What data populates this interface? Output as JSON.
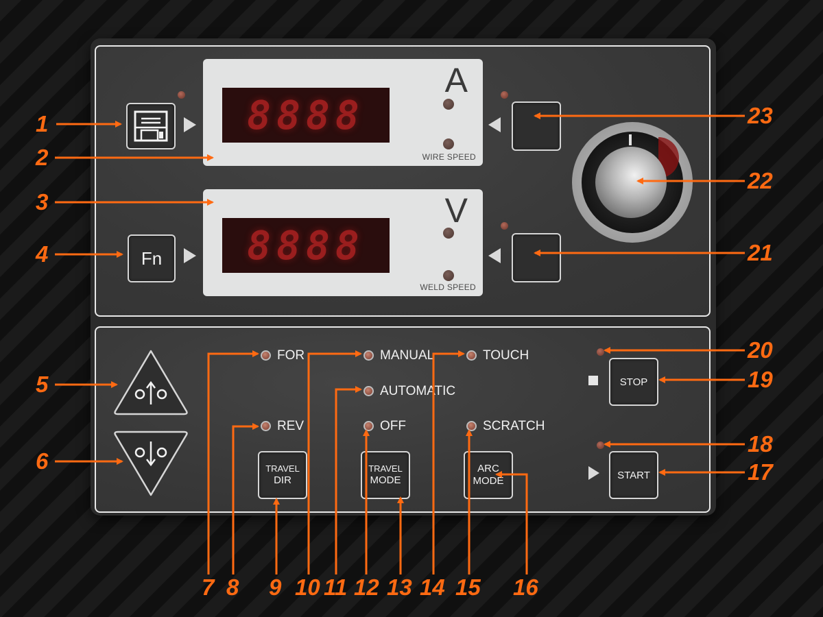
{
  "colors": {
    "accent": "#ff6a12",
    "panel": "#3a3a3a",
    "display_bg": "#e2e3e3",
    "led": "#8a3a2c"
  },
  "display_a": {
    "digits": "8888",
    "unit": "A",
    "bottom_label": "WIRE SPEED"
  },
  "display_v": {
    "digits": "8888",
    "unit": "V",
    "bottom_label": "WELD SPEED"
  },
  "buttons": {
    "fn": "Fn",
    "travel_dir": [
      "TRAVEL",
      "DIR"
    ],
    "travel_mode": [
      "TRAVEL",
      "MODE"
    ],
    "arc_mode": [
      "ARC",
      "MODE"
    ],
    "stop": "STOP",
    "start": "START"
  },
  "indicators": {
    "for": "FOR",
    "rev": "REV",
    "manual": "MANUAL",
    "automatic": "AUTOMATIC",
    "off": "OFF",
    "touch": "TOUCH",
    "scratch": "SCRATCH"
  },
  "icons": {
    "save": "floppy-disk-icon",
    "up": "travel-up-icon",
    "down": "travel-down-icon",
    "knob": "rotary-knob-icon"
  },
  "callouts": {
    "c1": "1",
    "c2": "2",
    "c3": "3",
    "c4": "4",
    "c5": "5",
    "c6": "6",
    "c7": "7",
    "c8": "8",
    "c9": "9",
    "c10": "10",
    "c11": "11",
    "c12": "12",
    "c13": "13",
    "c14": "14",
    "c15": "15",
    "c16": "16",
    "c17": "17",
    "c18": "18",
    "c19": "19",
    "c20": "20",
    "c21": "21",
    "c22": "22",
    "c23": "23"
  }
}
